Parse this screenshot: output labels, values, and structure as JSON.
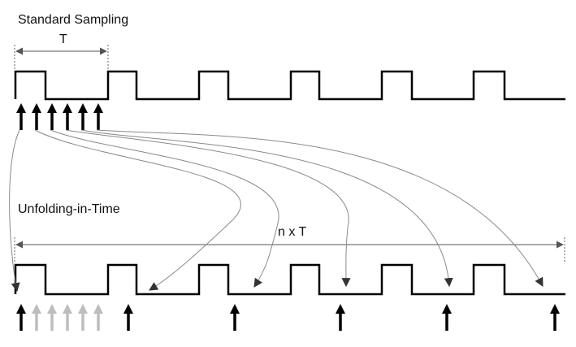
{
  "labels": {
    "standard_title": "Standard Sampling",
    "period": "T",
    "unfolding_title": "Unfolding-in-Time",
    "span": "n x T"
  },
  "colors": {
    "line": "#000000",
    "faded_arrow": "#bdbdbd",
    "curve": "#8a8a8a",
    "dim": "#555555"
  }
}
